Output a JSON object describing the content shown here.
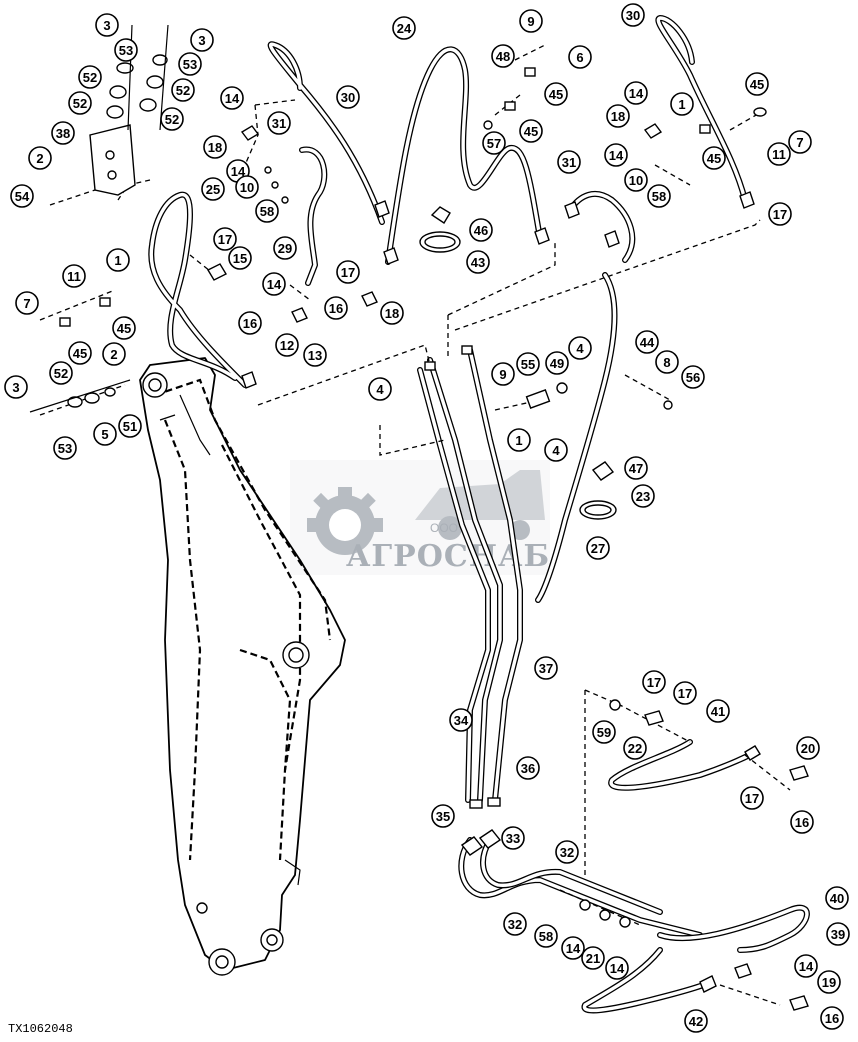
{
  "figure_id": "TX1062048",
  "watermark": {
    "company": "АГРОСНАБ",
    "prefix": "ООО"
  },
  "callouts": [
    {
      "n": "3"
    },
    {
      "n": "3"
    },
    {
      "n": "53"
    },
    {
      "n": "53"
    },
    {
      "n": "52"
    },
    {
      "n": "52"
    },
    {
      "n": "52"
    },
    {
      "n": "52"
    },
    {
      "n": "38"
    },
    {
      "n": "2"
    },
    {
      "n": "54"
    },
    {
      "n": "24"
    },
    {
      "n": "9"
    },
    {
      "n": "6"
    },
    {
      "n": "48"
    },
    {
      "n": "45"
    },
    {
      "n": "45"
    },
    {
      "n": "57"
    },
    {
      "n": "30"
    },
    {
      "n": "30"
    },
    {
      "n": "14"
    },
    {
      "n": "31"
    },
    {
      "n": "18"
    },
    {
      "n": "14"
    },
    {
      "n": "10"
    },
    {
      "n": "58"
    },
    {
      "n": "25"
    },
    {
      "n": "17"
    },
    {
      "n": "15"
    },
    {
      "n": "29"
    },
    {
      "n": "14"
    },
    {
      "n": "17"
    },
    {
      "n": "16"
    },
    {
      "n": "18"
    },
    {
      "n": "16"
    },
    {
      "n": "12"
    },
    {
      "n": "13"
    },
    {
      "n": "46"
    },
    {
      "n": "43"
    },
    {
      "n": "14"
    },
    {
      "n": "18"
    },
    {
      "n": "1"
    },
    {
      "n": "45"
    },
    {
      "n": "11"
    },
    {
      "n": "7"
    },
    {
      "n": "45"
    },
    {
      "n": "14"
    },
    {
      "n": "10"
    },
    {
      "n": "58"
    },
    {
      "n": "31"
    },
    {
      "n": "17"
    },
    {
      "n": "11"
    },
    {
      "n": "1"
    },
    {
      "n": "7"
    },
    {
      "n": "45"
    },
    {
      "n": "45"
    },
    {
      "n": "2"
    },
    {
      "n": "52"
    },
    {
      "n": "3"
    },
    {
      "n": "53"
    },
    {
      "n": "5"
    },
    {
      "n": "51"
    },
    {
      "n": "4"
    },
    {
      "n": "9"
    },
    {
      "n": "1"
    },
    {
      "n": "55"
    },
    {
      "n": "49"
    },
    {
      "n": "4"
    },
    {
      "n": "4"
    },
    {
      "n": "44"
    },
    {
      "n": "8"
    },
    {
      "n": "56"
    },
    {
      "n": "47"
    },
    {
      "n": "23"
    },
    {
      "n": "27"
    },
    {
      "n": "37"
    },
    {
      "n": "34"
    },
    {
      "n": "36"
    },
    {
      "n": "35"
    },
    {
      "n": "33"
    },
    {
      "n": "17"
    },
    {
      "n": "17"
    },
    {
      "n": "59"
    },
    {
      "n": "22"
    },
    {
      "n": "41"
    },
    {
      "n": "20"
    },
    {
      "n": "17"
    },
    {
      "n": "16"
    },
    {
      "n": "32"
    },
    {
      "n": "40"
    },
    {
      "n": "32"
    },
    {
      "n": "58"
    },
    {
      "n": "14"
    },
    {
      "n": "21"
    },
    {
      "n": "14"
    },
    {
      "n": "39"
    },
    {
      "n": "14"
    },
    {
      "n": "19"
    },
    {
      "n": "42"
    },
    {
      "n": "16"
    }
  ]
}
